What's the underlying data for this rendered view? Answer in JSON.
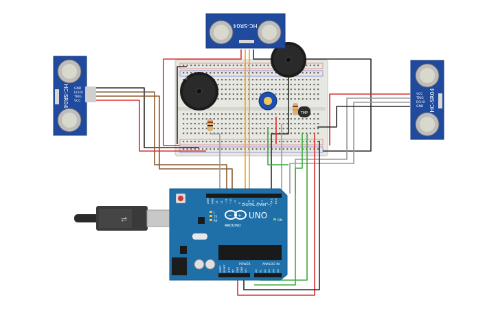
{
  "sensors": {
    "model_label": "HC-SR04",
    "pins": [
      "VCC",
      "TRIG",
      "ECHO",
      "GND"
    ],
    "pins_left": [
      "GND",
      "ECHO",
      "TRIG",
      "VCC"
    ]
  },
  "ic_label": "TMP",
  "arduino": {
    "brand": "ARDUINO",
    "model": "UNO",
    "digital_label": "DIGITAL (PWM ~)",
    "power_label": "POWER",
    "analog_label": "ANALOG IN",
    "on_label": "ON",
    "tx_label": "TX",
    "rx_label": "RX",
    "l_label": "L",
    "digital_pins": [
      "AREF",
      "GND",
      "13",
      "12",
      "~11",
      "~10",
      "~9",
      "8",
      "7",
      "~6",
      "~5",
      "4",
      "~3",
      "2",
      "TX 1",
      "RX 0"
    ],
    "power_pins": [
      "IOREF",
      "RESET",
      "3.3V",
      "5V",
      "GND",
      "GND",
      "Vin"
    ],
    "analog_pins": [
      "A0",
      "A1",
      "A2",
      "A3",
      "A4",
      "A5"
    ]
  },
  "colors": {
    "board": "#1f6fa8",
    "sensor": "#1f4a9e",
    "breadboard": "#e7e7e2",
    "wire_red": "#d93030",
    "wire_black": "#2a2a2a",
    "wire_brown": "#8a5a2b",
    "wire_gray": "#9a9a9a",
    "wire_green": "#3aaa3a",
    "wire_orange": "#f0a020"
  }
}
